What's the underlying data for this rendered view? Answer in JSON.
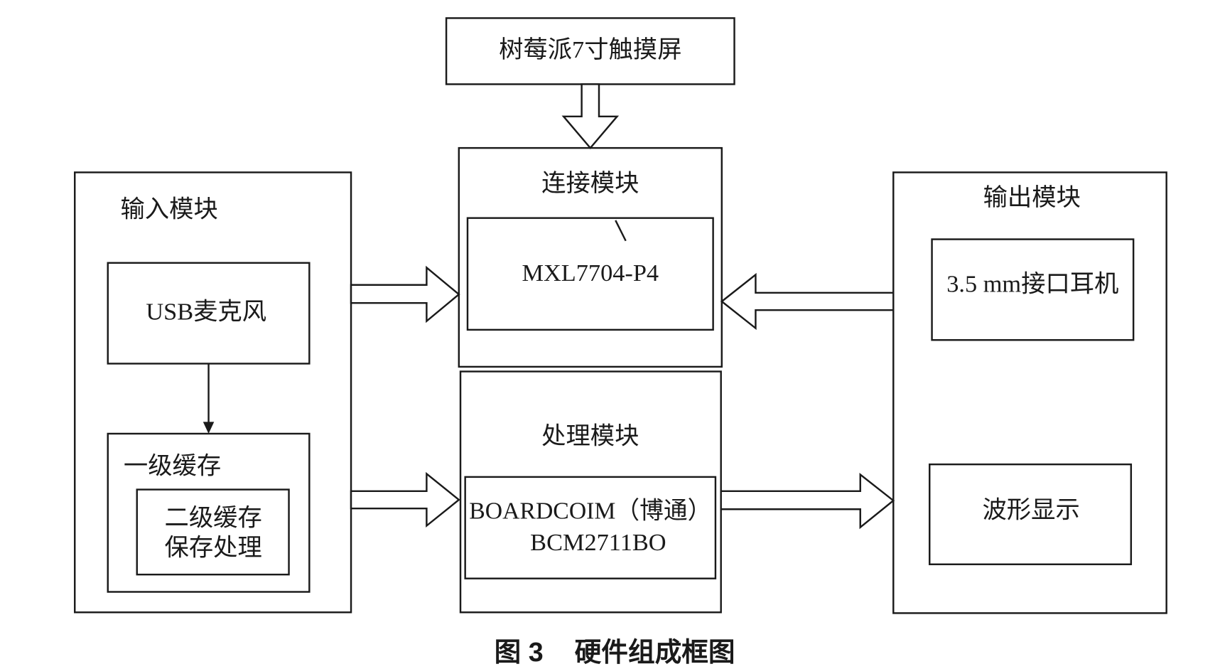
{
  "diagram": {
    "touchscreen": "树莓派7寸触摸屏",
    "connection_module": {
      "title": "连接模块",
      "chip": "MXL7704-P4"
    },
    "processing_module": {
      "title": "处理模块",
      "chip_line1": "BOARDCOIM（博通）",
      "chip_line2": "BCM2711BO"
    },
    "input_module": {
      "title": "输入模块",
      "microphone": "USB麦克风",
      "l1_cache": "一级缓存",
      "l2_cache_line1": "二级缓存",
      "l2_cache_line2": "保存处理"
    },
    "output_module": {
      "title": "输出模块",
      "headphones": "3.5 mm接口耳机",
      "waveform": "波形显示"
    }
  },
  "caption": {
    "figure_number": "图 3",
    "title": "硬件组成框图"
  },
  "colors": {
    "stroke": "#1a1a1a",
    "background": "#ffffff",
    "text": "#1a1a1a"
  }
}
